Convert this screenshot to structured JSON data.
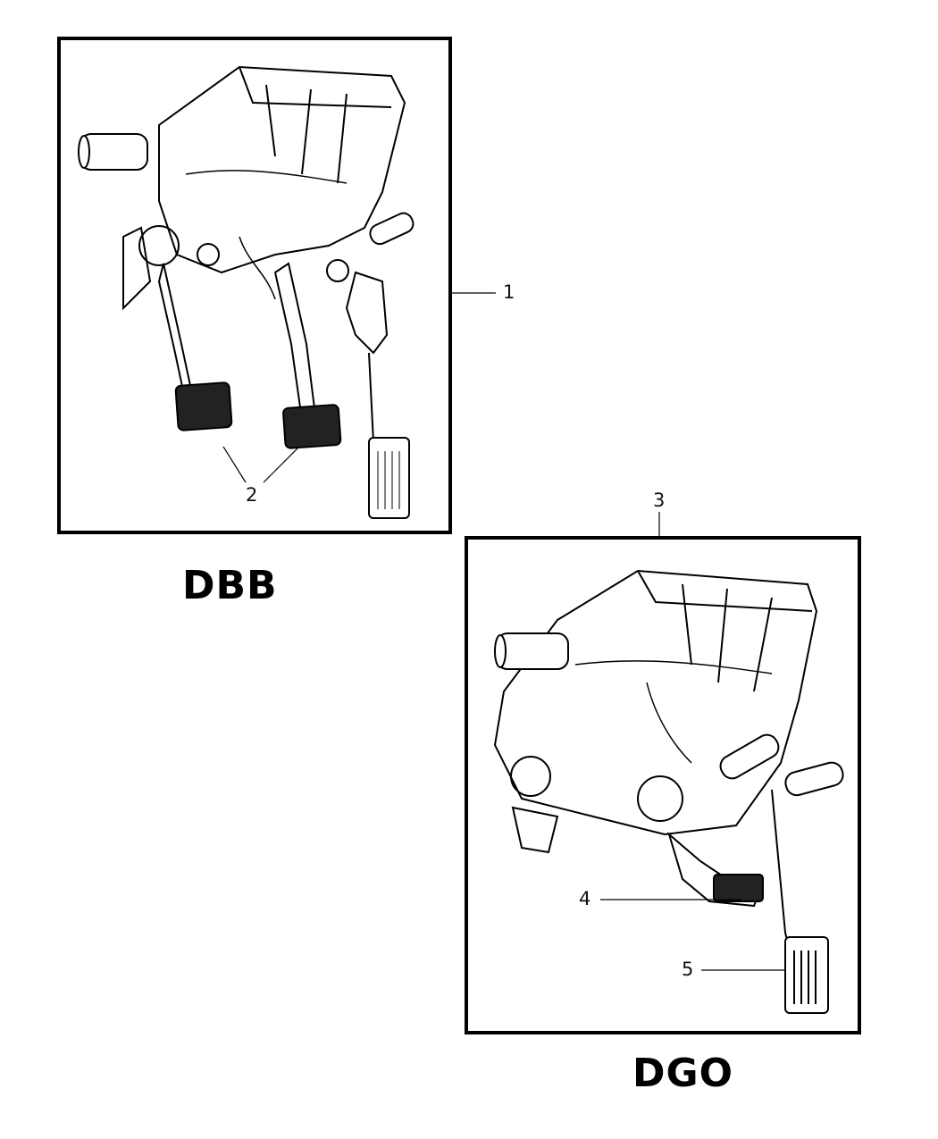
{
  "callouts": {
    "c1": "1",
    "c2": "2",
    "c3": "3",
    "c4": "4",
    "c5": "5"
  },
  "variants": {
    "left": "DBB",
    "right": "DGO"
  }
}
